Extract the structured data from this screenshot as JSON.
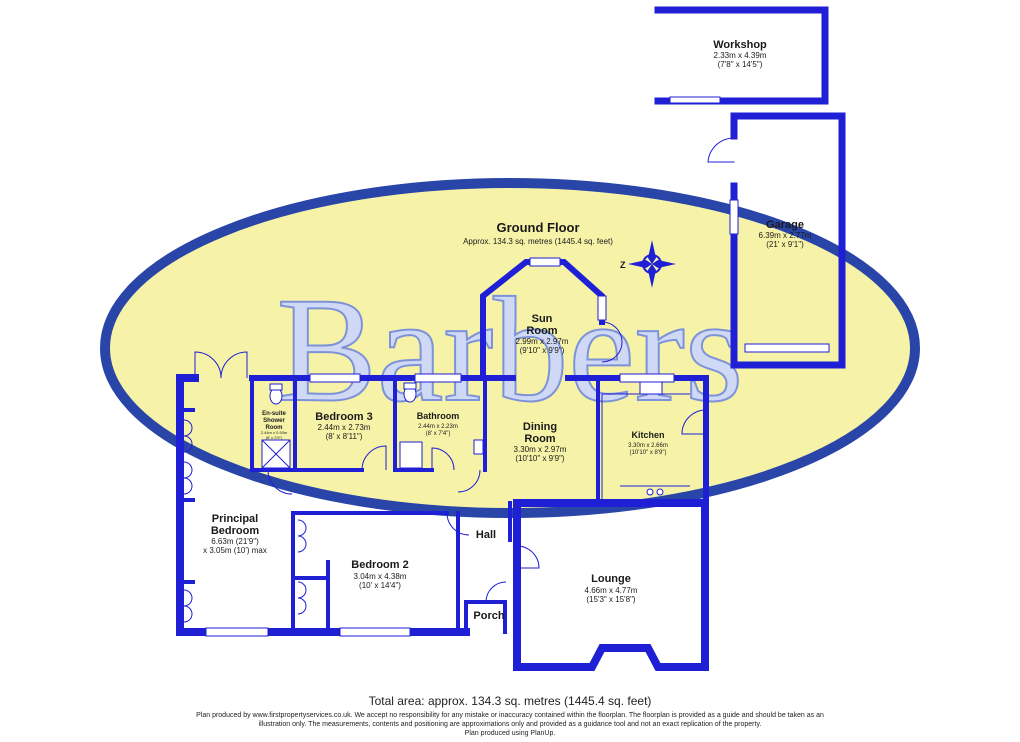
{
  "watermark": {
    "text": "Barbers",
    "color": "#f6f3a8",
    "outline": "#2a45a8"
  },
  "wall_color": "#1f1fd6",
  "title": {
    "name": "Ground Floor",
    "area": "Approx. 134.3 sq. metres (1445.4 sq. feet)"
  },
  "compass": {
    "label": "Z",
    "icon": "compass-icon"
  },
  "rooms": {
    "workshop": {
      "name": "Workshop",
      "m": "2.33m x 4.39m",
      "ft": "(7'8\" x 14'5\")"
    },
    "garage": {
      "name": "Garage",
      "m": "6.39m x 2.77m",
      "ft": "(21' x 9'1\")"
    },
    "sun_room": {
      "name": "Sun",
      "name2": "Room",
      "m": "2.99m x 2.97m",
      "ft": "(9'10\" x 9'9\")"
    },
    "ensuite": {
      "name": "En-suite",
      "name2": "Shower",
      "name3": "Room",
      "m": "2.44m x 0.93m",
      "ft": "(8' x 2'9\")"
    },
    "bedroom3": {
      "name": "Bedroom 3",
      "m": "2.44m x 2.73m",
      "ft": "(8' x 8'11\")"
    },
    "bathroom": {
      "name": "Bathroom",
      "m": "2.44m x 2.23m",
      "ft": "(8' x 7'4\")"
    },
    "dining": {
      "name": "Dining",
      "name2": "Room",
      "m": "3.30m x 2.97m",
      "ft": "(10'10\" x 9'9\")"
    },
    "kitchen": {
      "name": "Kitchen",
      "m": "3.30m x 2.66m",
      "ft": "(10'10\" x 8'9\")"
    },
    "principal": {
      "name": "Principal",
      "name2": "Bedroom",
      "m": "6.63m (21'9\")",
      "ft": "x 3.05m (10') max"
    },
    "bedroom2": {
      "name": "Bedroom 2",
      "m": "3.04m x 4.38m",
      "ft": "(10' x 14'4\")"
    },
    "hall": {
      "name": "Hall"
    },
    "lounge": {
      "name": "Lounge",
      "m": "4.66m x 4.77m",
      "ft": "(15'3\" x 15'8\")"
    },
    "porch": {
      "name": "Porch"
    }
  },
  "footer": {
    "total": "Total area: approx. 134.3 sq. metres (1445.4 sq. feet)",
    "disclaimer": "Plan produced by www.firstpropertyservices.co.uk. We accept no responsibility for any mistake or inaccuracy contained within the floorplan. The floorplan is provided as a guide and should be taken as an illustration only. The measurements, contents and positioning are approximations only and provided as a guidance tool and not an exact replication of the property.",
    "credit": "Plan produced using PlanUp."
  }
}
